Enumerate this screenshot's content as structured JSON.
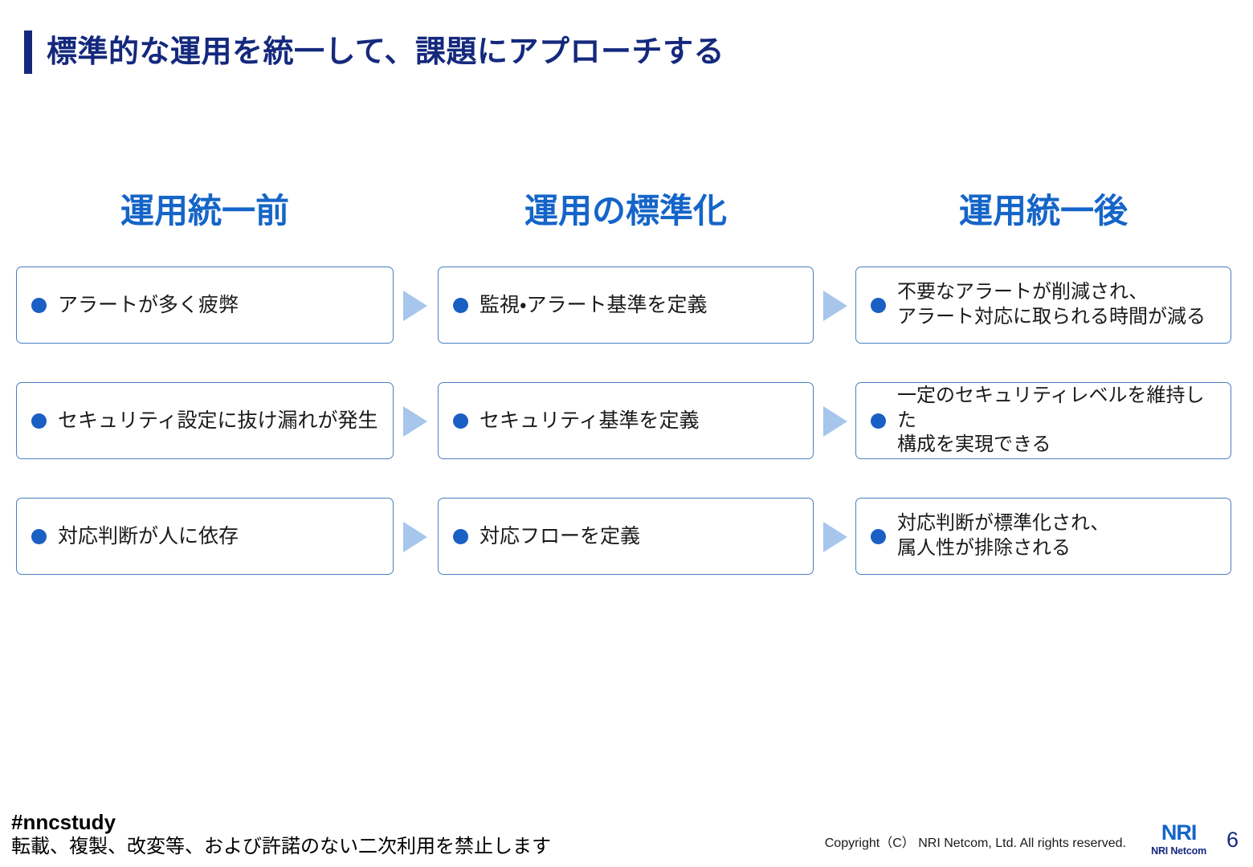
{
  "slide": {
    "title": "標準的な運用を統一して、課題にアプローチする",
    "accent_color": "#14297d",
    "header_color": "#1565c8",
    "box_border_color": "#4a7fc1",
    "bullet_color": "#1a5fc4",
    "arrow_color": "#a7c6ec"
  },
  "columns": [
    {
      "header": "運用統一前"
    },
    {
      "header": "運用の標準化"
    },
    {
      "header": "運用統一後"
    }
  ],
  "rows": [
    {
      "before": "アラートが多く疲弊",
      "standardize": "監視・アラート基準を定義",
      "after": "不要なアラートが削減され、\nアラート対応に取られる時間が減る"
    },
    {
      "before": "セキュリティ設定に抜け漏れが発生",
      "standardize": "セキュリティ基準を定義",
      "after": "一定のセキュリティレベルを維持した\n構成を実現できる"
    },
    {
      "before": "対応判断が人に依存",
      "standardize": "対応フローを定義",
      "after": "対応判断が標準化され、\n属人性が排除される"
    }
  ],
  "footer": {
    "hashtag": "#nncstudy",
    "notice": "転載、複製、改変等、および許諾のない二次利用を禁止します",
    "copyright": "Copyright（C）  NRI Netcom, Ltd. All rights reserved.",
    "logo_mark": "NRI",
    "logo_sub": "NRI Netcom",
    "page_number": "6"
  }
}
